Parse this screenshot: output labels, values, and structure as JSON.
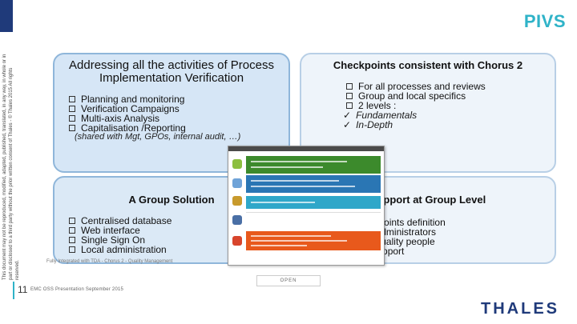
{
  "slide": {
    "title": "PIVS",
    "side_legal": "This document may not be reproduced, modified, adapted, published, translated, in any way, in whole or in part or disclosed to a third party without the prior written consent of Thales - © Thales 2015 All rights reserved.",
    "page_number": "11",
    "footer_text": "EMC OSS Presentation September 2015",
    "classification": "OPEN",
    "logo_text": "THALES",
    "footnote": "Fully Integrated with TDA - Chorus 2 - Quality Management"
  },
  "panels": {
    "top_left": {
      "title": "Addressing all the activities of Process Implementation Verification",
      "items": [
        "Planning and monitoring",
        "Verification Campaigns",
        "Multi-axis Analysis",
        "Capitalisation /Reporting"
      ],
      "note": "(shared with Mgt, GPOs, internal audit, …)"
    },
    "top_right": {
      "title": "Checkpoints consistent with Chorus 2",
      "items": [
        "For all processes and reviews",
        "Group and local specifics",
        "2 levels :"
      ],
      "checks": [
        "Fundamentals",
        "In-Depth"
      ]
    },
    "bottom_left": {
      "title": "A Group Solution",
      "items": [
        "Centralised database",
        "Web interface",
        "Single Sign On",
        "Local administration"
      ]
    },
    "bottom_right": {
      "title": "Support at Group Level",
      "items": [
        "Local checkpoints definition",
        "Training of administrators",
        "Training of quality people",
        "Technical Support"
      ]
    }
  },
  "colors": {
    "accent": "#2fb3c8",
    "brand": "#1f3a7a"
  },
  "icons": {
    "checkmark": "check-icon",
    "bullet": "square-bullet-icon"
  }
}
